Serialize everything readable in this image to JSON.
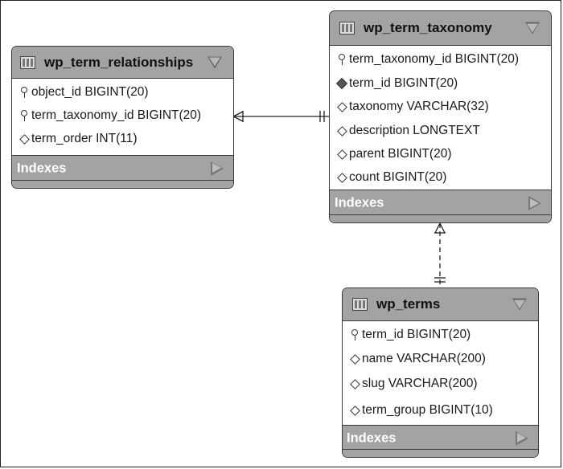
{
  "entities": {
    "relationships": {
      "title": "wp_term_relationships",
      "columns": [
        {
          "text": "object_id BIGINT(20)",
          "icon": "primary-key-icon"
        },
        {
          "text": "term_taxonomy_id BIGINT(20)",
          "icon": "primary-key-icon"
        },
        {
          "text": "term_order INT(11)",
          "icon": "column-diamond-icon"
        }
      ],
      "indexes_label": "Indexes"
    },
    "taxonomy": {
      "title": "wp_term_taxonomy",
      "columns": [
        {
          "text": "term_taxonomy_id BIGINT(20)",
          "icon": "primary-key-icon"
        },
        {
          "text": "term_id BIGINT(20)",
          "icon": "foreign-key-diamond-icon"
        },
        {
          "text": "taxonomy VARCHAR(32)",
          "icon": "column-diamond-icon"
        },
        {
          "text": "description LONGTEXT",
          "icon": "column-diamond-icon"
        },
        {
          "text": "parent BIGINT(20)",
          "icon": "column-diamond-icon"
        },
        {
          "text": "count BIGINT(20)",
          "icon": "column-diamond-icon"
        }
      ],
      "indexes_label": "Indexes"
    },
    "terms": {
      "title": "wp_terms",
      "columns": [
        {
          "text": "term_id BIGINT(20)",
          "icon": "primary-key-icon"
        },
        {
          "text": "name VARCHAR(200)",
          "icon": "column-diamond-icon"
        },
        {
          "text": "slug VARCHAR(200)",
          "icon": "column-diamond-icon"
        },
        {
          "text": "term_group BIGINT(10)",
          "icon": "column-diamond-icon"
        }
      ],
      "indexes_label": "Indexes"
    }
  },
  "relationships": [
    {
      "from": "wp_term_relationships",
      "to": "wp_term_taxonomy",
      "style": "solid",
      "from_end": "many",
      "to_end": "one"
    },
    {
      "from": "wp_term_taxonomy",
      "to": "wp_terms",
      "style": "dashed",
      "from_end": "many",
      "to_end": "one"
    }
  ],
  "colors": {
    "header": "#a3a3a3",
    "border": "#3a3a3a",
    "indexes_text": "#ffffff"
  }
}
